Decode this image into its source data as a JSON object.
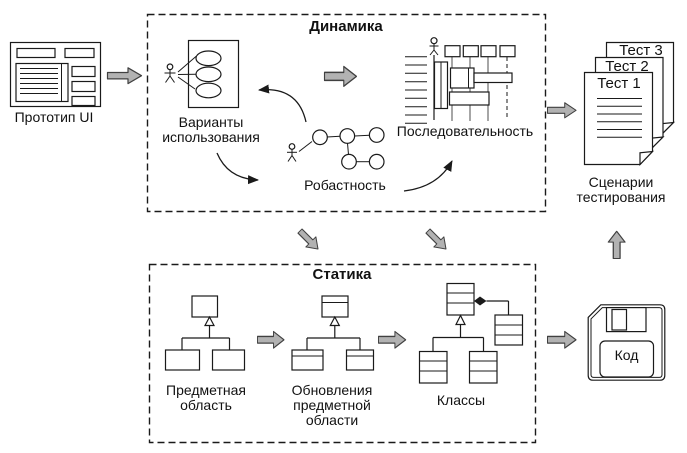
{
  "groups": {
    "dynamics": {
      "title": "Динамика"
    },
    "statics": {
      "title": "Статика"
    }
  },
  "nodes": {
    "prototype_ui": {
      "label": "Прототип UI"
    },
    "use_cases": {
      "label": "Варианты использования"
    },
    "robustness": {
      "label": "Робастность"
    },
    "sequence": {
      "label": "Последовательность"
    },
    "test_scenarios": {
      "label": "Сценарии тестирования",
      "pages": [
        "Тест 1",
        "Тест 2",
        "Тест 3"
      ]
    },
    "domain": {
      "label": "Предметная область"
    },
    "domain_updates": {
      "label": "Обновления предметной области"
    },
    "classes": {
      "label": "Классы"
    },
    "code": {
      "label": "Код"
    }
  },
  "colors": {
    "line": "#1a1a1a",
    "arrow_fill": "#b2b2b2",
    "arrow_stroke": "#404040",
    "lifeline": "#a6a6a6",
    "background": "#ffffff"
  }
}
